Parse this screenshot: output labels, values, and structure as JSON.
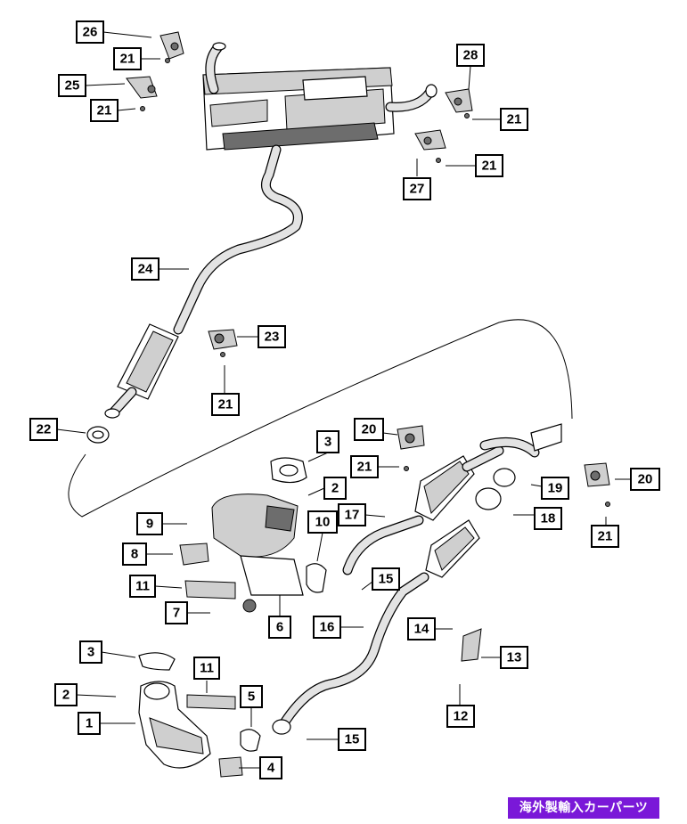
{
  "diagram": {
    "callouts": [
      {
        "id": "c26",
        "label": "26"
      },
      {
        "id": "c21a",
        "label": "21"
      },
      {
        "id": "c25",
        "label": "25"
      },
      {
        "id": "c21b",
        "label": "21"
      },
      {
        "id": "c28",
        "label": "28"
      },
      {
        "id": "c21c",
        "label": "21"
      },
      {
        "id": "c21d",
        "label": "21"
      },
      {
        "id": "c27",
        "label": "27"
      },
      {
        "id": "c24",
        "label": "24"
      },
      {
        "id": "c23",
        "label": "23"
      },
      {
        "id": "c21e",
        "label": "21"
      },
      {
        "id": "c22",
        "label": "22"
      },
      {
        "id": "c3a",
        "label": "3"
      },
      {
        "id": "c20a",
        "label": "20"
      },
      {
        "id": "c21f",
        "label": "21"
      },
      {
        "id": "c2a",
        "label": "2"
      },
      {
        "id": "c9",
        "label": "9"
      },
      {
        "id": "c10",
        "label": "10"
      },
      {
        "id": "c17",
        "label": "17"
      },
      {
        "id": "c19",
        "label": "19"
      },
      {
        "id": "c20b",
        "label": "20"
      },
      {
        "id": "c18",
        "label": "18"
      },
      {
        "id": "c21g",
        "label": "21"
      },
      {
        "id": "c8",
        "label": "8"
      },
      {
        "id": "c15a",
        "label": "15"
      },
      {
        "id": "c11a",
        "label": "11"
      },
      {
        "id": "c7",
        "label": "7"
      },
      {
        "id": "c6",
        "label": "6"
      },
      {
        "id": "c16",
        "label": "16"
      },
      {
        "id": "c14",
        "label": "14"
      },
      {
        "id": "c13",
        "label": "13"
      },
      {
        "id": "c3b",
        "label": "3"
      },
      {
        "id": "c11b",
        "label": "11"
      },
      {
        "id": "c2b",
        "label": "2"
      },
      {
        "id": "c5",
        "label": "5"
      },
      {
        "id": "c12",
        "label": "12"
      },
      {
        "id": "c1",
        "label": "1"
      },
      {
        "id": "c15b",
        "label": "15"
      },
      {
        "id": "c4",
        "label": "4"
      }
    ]
  },
  "watermark": {
    "text": "海外製輸入カーパーツ",
    "background": "#7a18d8"
  }
}
